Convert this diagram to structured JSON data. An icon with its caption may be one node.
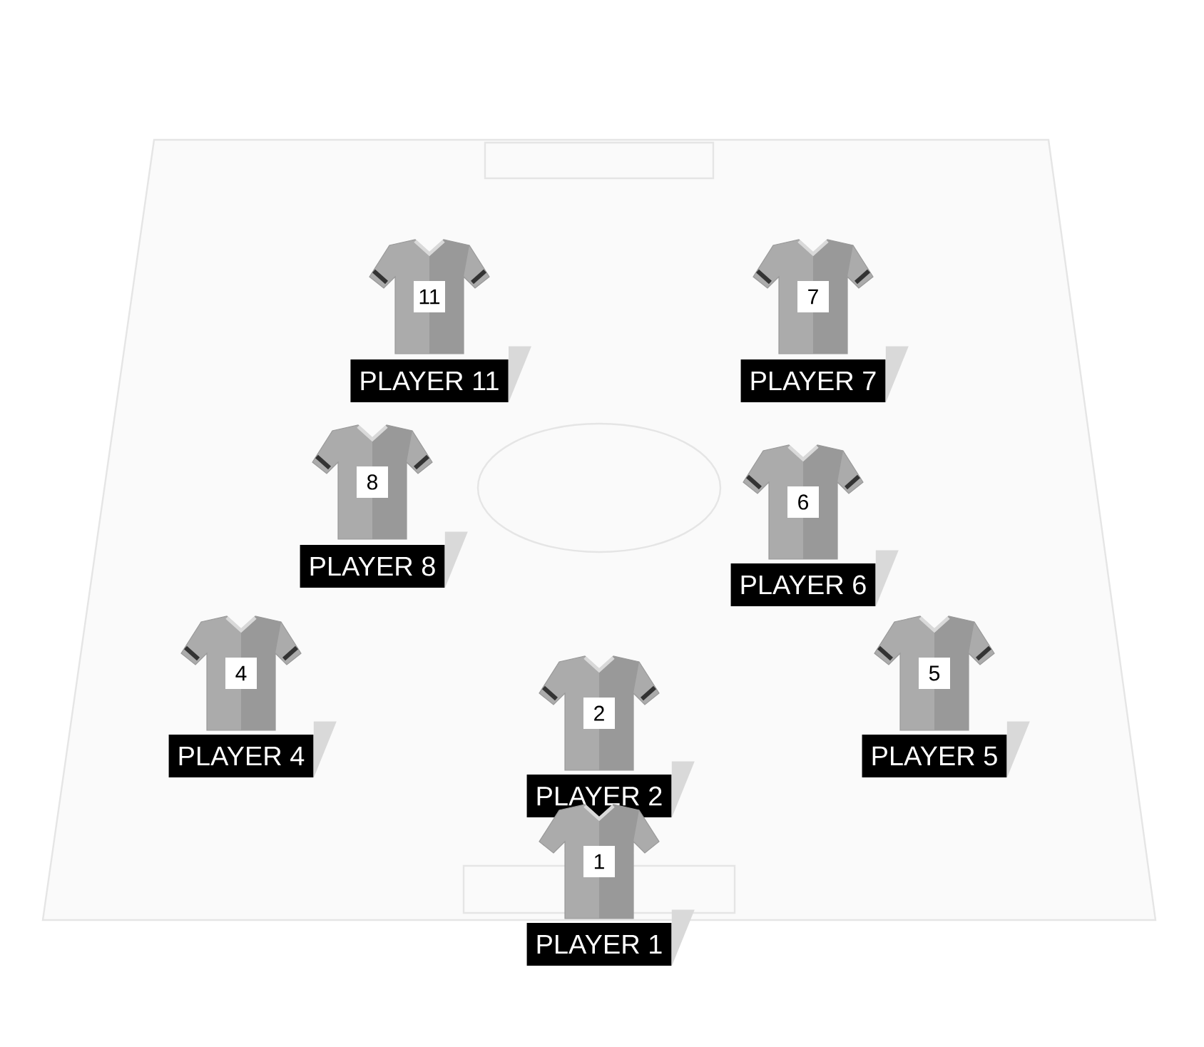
{
  "diagram": {
    "nodes": [
      {
        "text": [
          "11"
        ]
      },
      {
        "text": [
          "PLAYER 11"
        ]
      },
      {
        "text": [
          "7"
        ]
      },
      {
        "text": [
          "PLAYER 7"
        ]
      },
      {
        "text": [
          "8"
        ]
      },
      {
        "text": [
          "PLAYER 8"
        ]
      },
      {
        "text": [
          "6"
        ]
      },
      {
        "text": [
          "PLAYER 6"
        ]
      },
      {
        "text": [
          "4"
        ]
      },
      {
        "text": [
          "PLAYER 4"
        ]
      },
      {
        "text": [
          "5"
        ]
      },
      {
        "text": [
          "PLAYER 5"
        ]
      },
      {
        "text": [
          "2"
        ]
      },
      {
        "text": [
          "PLAYER 2"
        ]
      },
      {
        "text": [
          "1"
        ]
      },
      {
        "text": [
          "PLAYER 1"
        ]
      }
    ]
  }
}
